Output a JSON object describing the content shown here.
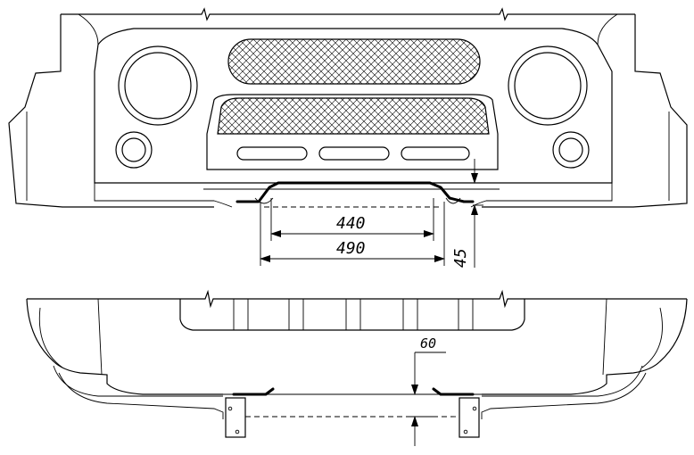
{
  "dimensions": {
    "inner_width": "440",
    "outer_width": "490",
    "top_height": "45",
    "bottom_height": "60"
  }
}
